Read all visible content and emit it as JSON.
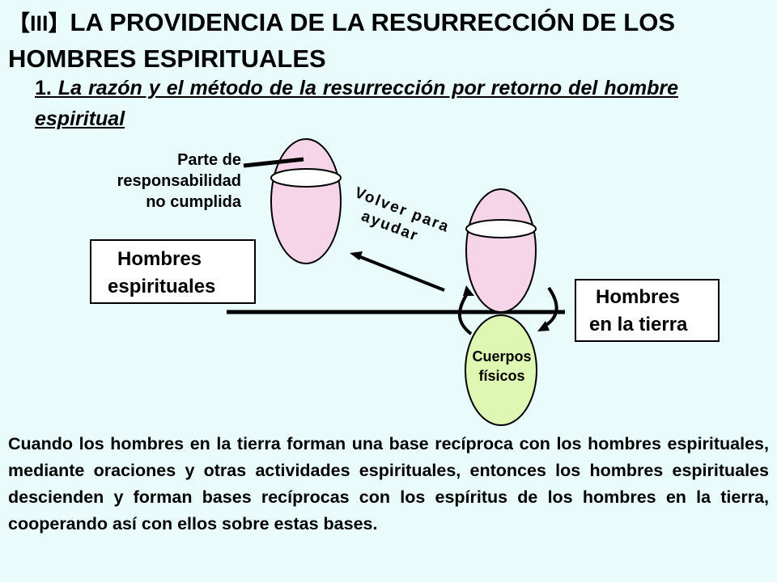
{
  "header": {
    "bracket": "【III】",
    "title": "LA PROVIDENCIA DE LA RESURRECCIÓN DE LOS HOMBRES ESPIRITUALES"
  },
  "subtitle": {
    "number": "1.",
    "text": "La razón y el método de la resurrección por retorno del hombre espiritual"
  },
  "diagram": {
    "responsibility_label": [
      "Parte de",
      "responsabilidad",
      "no cumplida"
    ],
    "return_label": [
      "Volver para",
      "ayudar"
    ],
    "spirit_box": [
      "Hombres",
      "espirituales"
    ],
    "earth_box": [
      "Hombres",
      "en la tierra"
    ],
    "physical_label": [
      "Cuerpos",
      "físicos"
    ],
    "colors": {
      "spirit_fill": "#f7d5e8",
      "physical_fill": "#def7b3",
      "background": "#e9fbfb"
    }
  },
  "body": {
    "paragraph": "Cuando los hombres en la tierra forman una base recíproca con los hombres espirituales, mediante oraciones y otras actividades espirituales, entonces los hombres espirituales descienden y forman bases recíprocas con los espíritus de los hombres en la tierra, cooperando así con ellos sobre estas bases."
  }
}
